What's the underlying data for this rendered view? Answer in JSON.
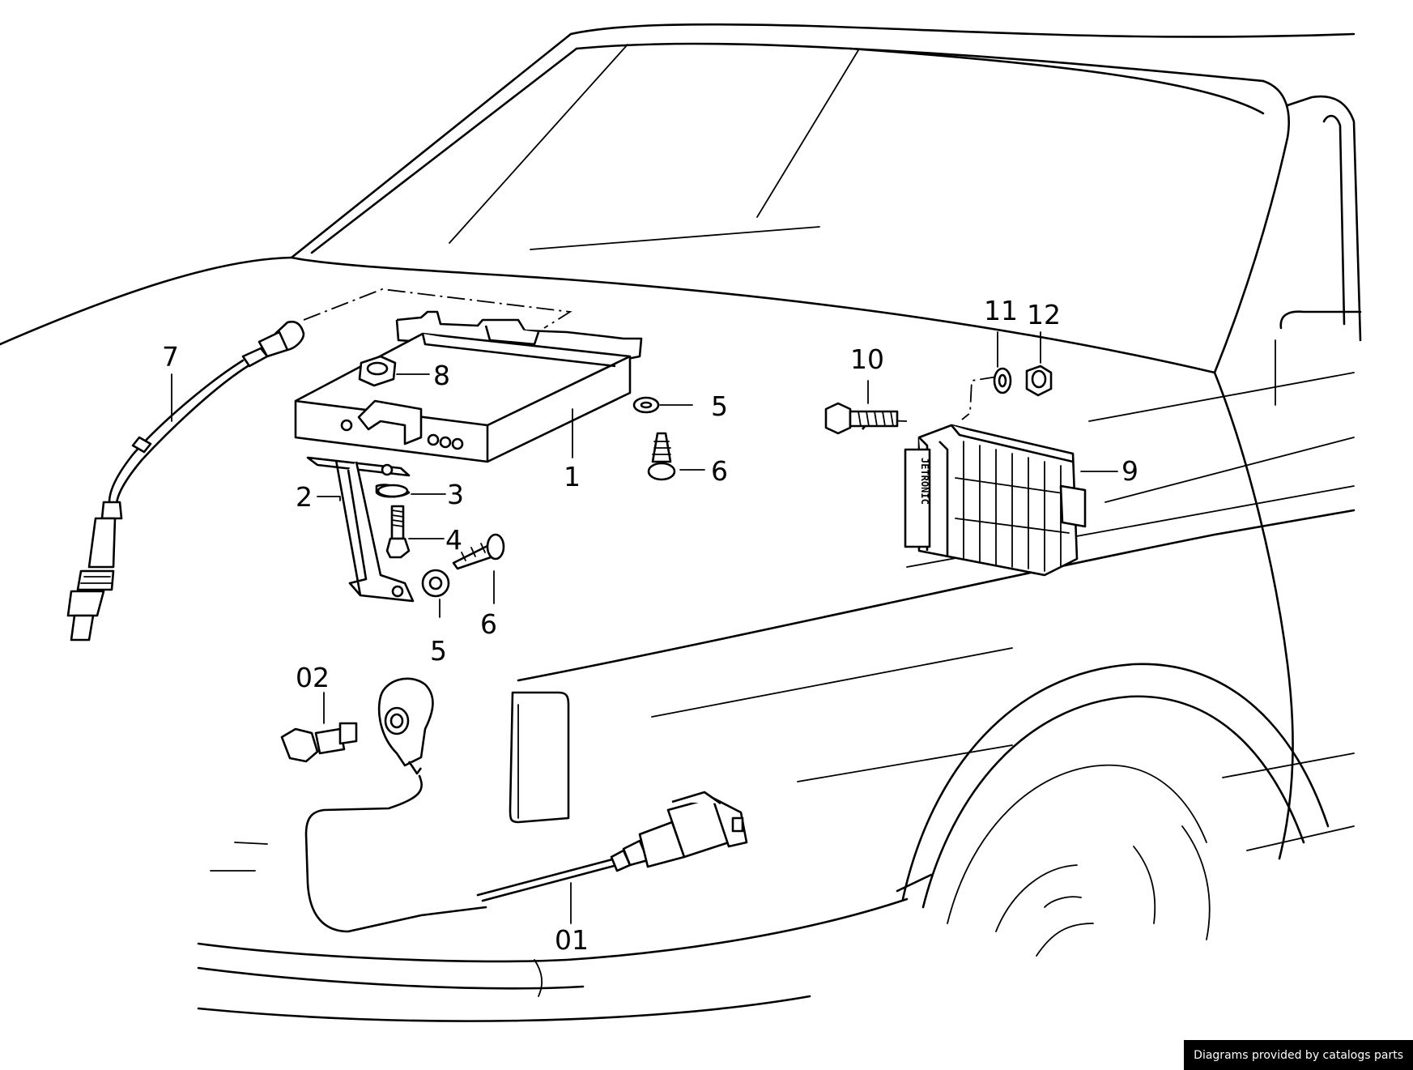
{
  "diagram": {
    "callouts": [
      {
        "id": "callout-1",
        "label": "1"
      },
      {
        "id": "callout-2",
        "label": "2"
      },
      {
        "id": "callout-3",
        "label": "3"
      },
      {
        "id": "callout-4",
        "label": "4"
      },
      {
        "id": "callout-5-top",
        "label": "5"
      },
      {
        "id": "callout-5-bottom",
        "label": "5"
      },
      {
        "id": "callout-6-top",
        "label": "6"
      },
      {
        "id": "callout-6-bottom",
        "label": "6"
      },
      {
        "id": "callout-7",
        "label": "7"
      },
      {
        "id": "callout-8",
        "label": "8"
      },
      {
        "id": "callout-9",
        "label": "9"
      },
      {
        "id": "callout-10",
        "label": "10"
      },
      {
        "id": "callout-11",
        "label": "11"
      },
      {
        "id": "callout-12",
        "label": "12"
      },
      {
        "id": "callout-01",
        "label": "01"
      },
      {
        "id": "callout-02",
        "label": "02"
      }
    ],
    "ecu_branding": "JETRONIC"
  },
  "footer": {
    "credit": "Diagrams provided by catalogs parts"
  }
}
